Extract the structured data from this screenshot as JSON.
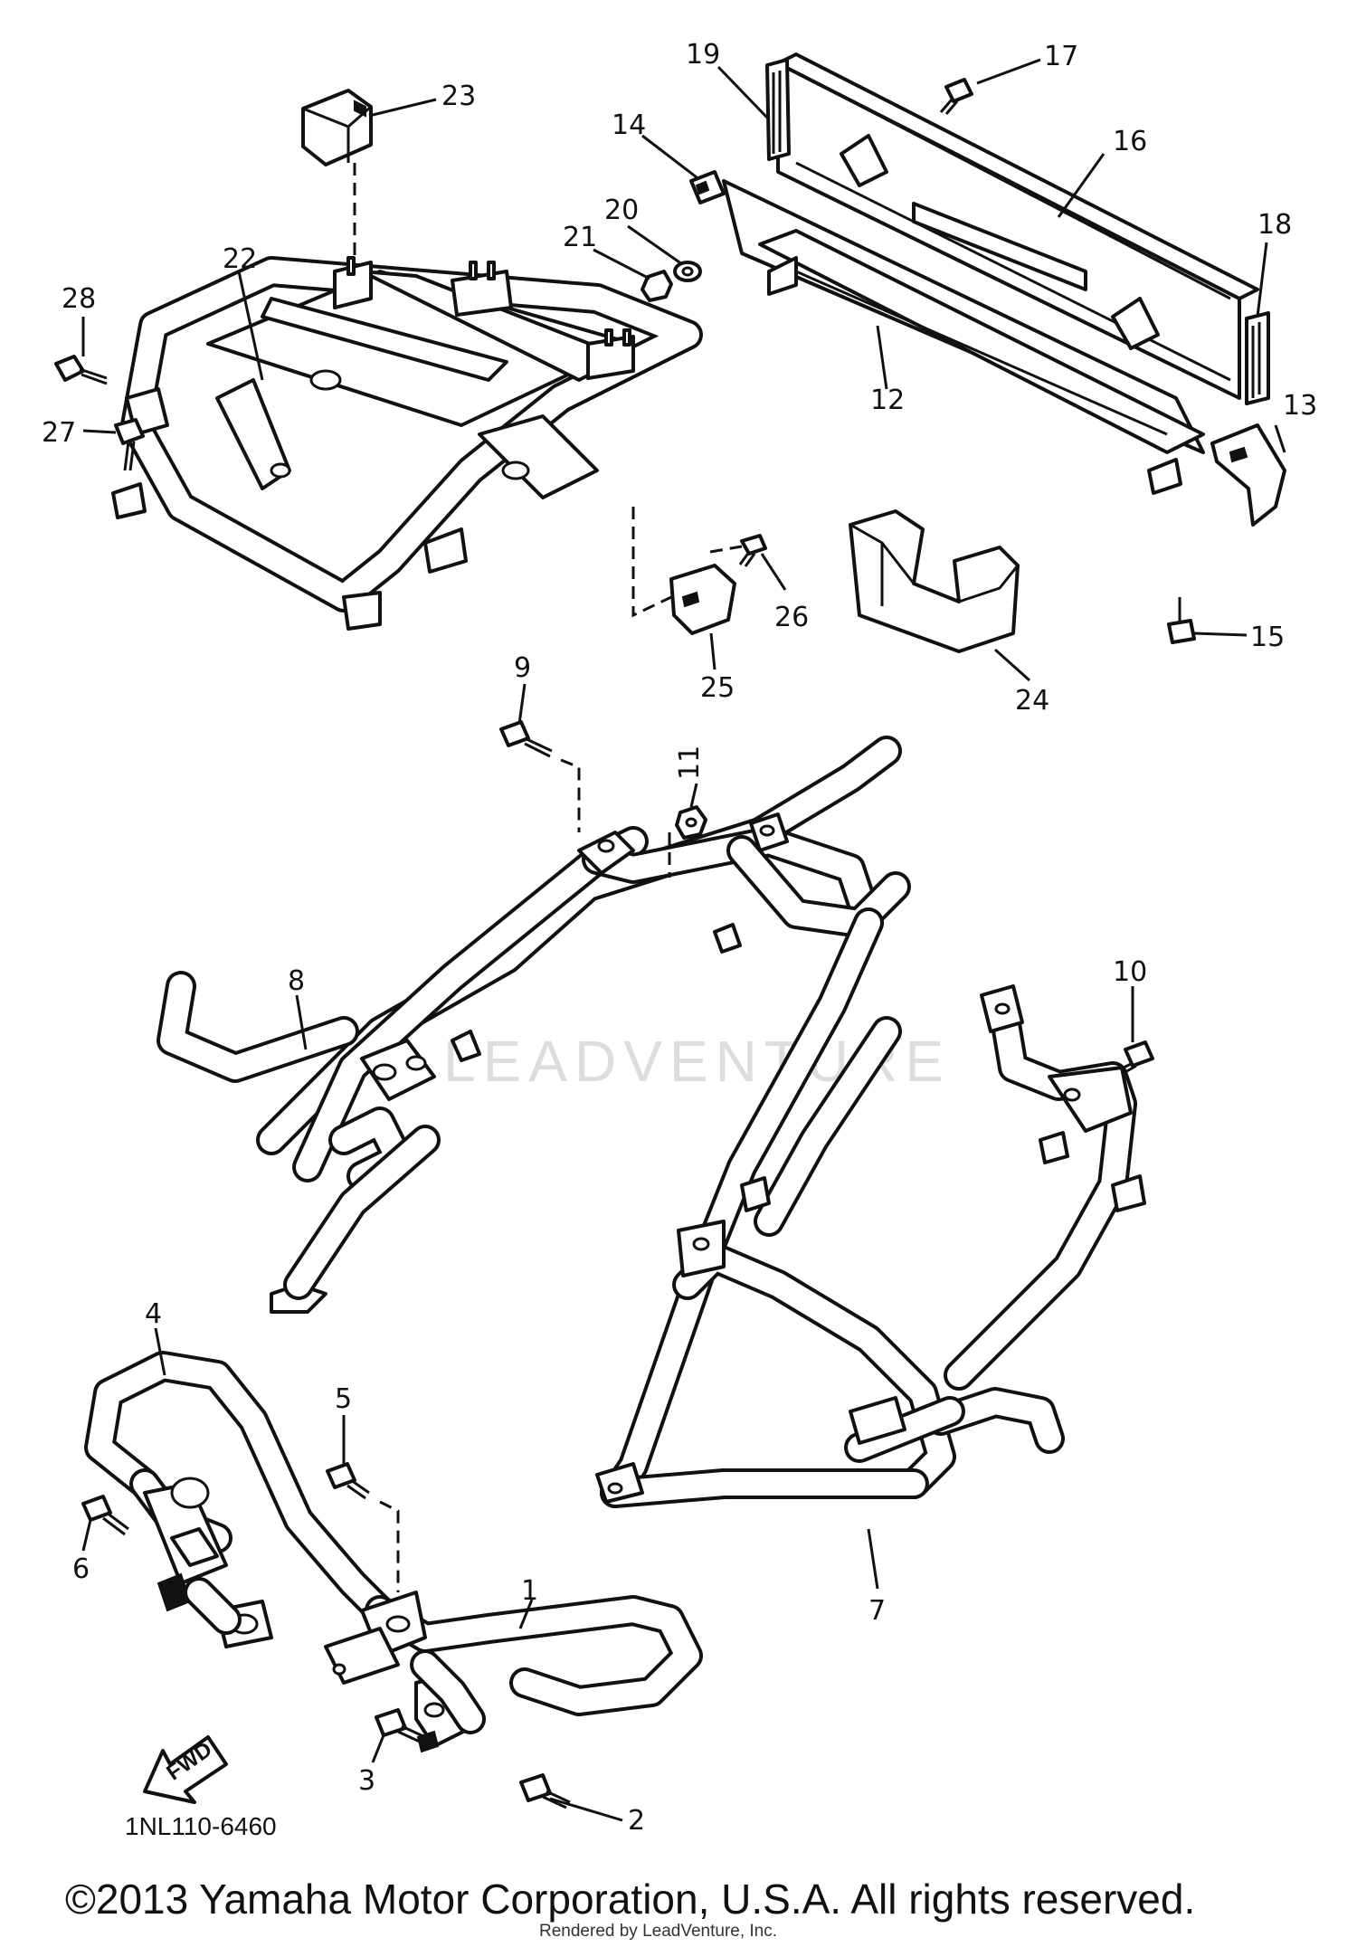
{
  "callouts": [
    {
      "num": "1"
    },
    {
      "num": "2"
    },
    {
      "num": "3"
    },
    {
      "num": "4"
    },
    {
      "num": "5"
    },
    {
      "num": "6"
    },
    {
      "num": "7"
    },
    {
      "num": "8"
    },
    {
      "num": "9"
    },
    {
      "num": "10"
    },
    {
      "num": "11"
    },
    {
      "num": "12"
    },
    {
      "num": "13"
    },
    {
      "num": "14"
    },
    {
      "num": "15"
    },
    {
      "num": "16"
    },
    {
      "num": "17"
    },
    {
      "num": "18"
    },
    {
      "num": "19"
    },
    {
      "num": "20"
    },
    {
      "num": "21"
    },
    {
      "num": "22"
    },
    {
      "num": "23"
    },
    {
      "num": "24"
    },
    {
      "num": "25"
    },
    {
      "num": "26"
    },
    {
      "num": "27"
    },
    {
      "num": "28"
    }
  ],
  "diagram_code": "1NL110-6460",
  "fwd_label": "FWD",
  "copyright": "©2013 Yamaha Motor Corporation, U.S.A. All rights reserved.",
  "rendered_by": "Rendered by LeadVenture, Inc.",
  "watermark": "LEADVENTURE"
}
